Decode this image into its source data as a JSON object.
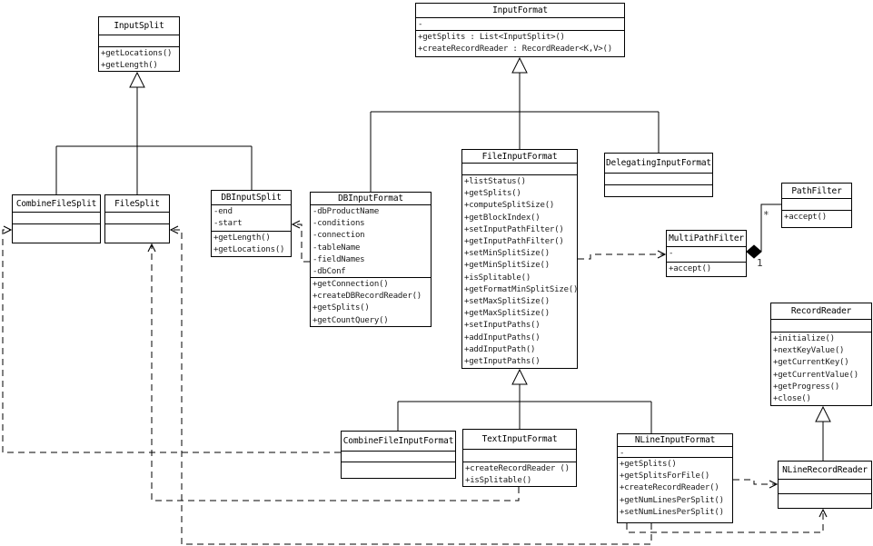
{
  "diagram": {
    "kind": "UML class diagram",
    "subject": "Hadoop InputFormat / InputSplit / RecordReader class hierarchy"
  },
  "classes": [
    {
      "id": "InputSplit",
      "name": "InputSplit",
      "attributes": [],
      "methods": [
        "+getLocations()",
        "+getLength()"
      ]
    },
    {
      "id": "InputFormat",
      "name": "InputFormat",
      "attributes": [
        "-"
      ],
      "methods": [
        "+getSplits : List<InputSplit>()",
        "+createRecordReader : RecordReader<K,V>()"
      ]
    },
    {
      "id": "CombineFileSplit",
      "name": "CombineFileSplit",
      "attributes": [],
      "methods": []
    },
    {
      "id": "FileSplit",
      "name": "FileSplit",
      "attributes": [],
      "methods": []
    },
    {
      "id": "DBInputSplit",
      "name": "DBInputSplit",
      "attributes": [
        "-end",
        "-start"
      ],
      "methods": [
        "+getLength()",
        "+getLocations()"
      ]
    },
    {
      "id": "DBInputFormat",
      "name": "DBInputFormat",
      "attributes": [
        "-dbProductName",
        "-conditions",
        "-connection",
        "-tableName",
        "-fieldNames",
        "-dbConf"
      ],
      "methods": [
        "+getConnection()",
        "+createDBRecordReader()",
        "+getSplits()",
        "+getCountQuery()"
      ]
    },
    {
      "id": "FileInputFormat",
      "name": "FileInputFormat",
      "attributes": [],
      "methods": [
        "+listStatus()",
        "+getSplits()",
        "+computeSplitSize()",
        "+getBlockIndex()",
        "+setInputPathFilter()",
        "+getInputPathFilter()",
        "+setMinSplitSize()",
        "+getMinSplitSize()",
        "+isSplitable()",
        "+getFormatMinSplitSize()",
        "+setMaxSplitSize()",
        "+getMaxSplitSize()",
        "+setInputPaths()",
        "+addInputPaths()",
        "+addInputPath()",
        "+getInputPaths()"
      ]
    },
    {
      "id": "DelegatingInputFormat",
      "name": "DelegatingInputFormat",
      "attributes": [],
      "methods": []
    },
    {
      "id": "PathFilter",
      "name": "PathFilter",
      "attributes": [],
      "methods": [
        "+accept()"
      ]
    },
    {
      "id": "MultiPathFilter",
      "name": "MultiPathFilter",
      "attributes": [
        "-"
      ],
      "methods": [
        "+accept()"
      ]
    },
    {
      "id": "RecordReader",
      "name": "RecordReader",
      "attributes": [],
      "methods": [
        "+initialize()",
        "+nextKeyValue()",
        "+getCurrentKey()",
        "+getCurrentValue()",
        "+getProgress()",
        "+close()"
      ]
    },
    {
      "id": "CombineFileInputFormat",
      "name": "CombineFileInputFormat",
      "attributes": [],
      "methods": []
    },
    {
      "id": "TextInputFormat",
      "name": "TextInputFormat",
      "attributes": [],
      "methods": [
        "+createRecordReader ()",
        "+isSplitable()"
      ]
    },
    {
      "id": "NLineInputFormat",
      "name": "NLineInputFormat",
      "attributes": [
        "-"
      ],
      "methods": [
        "+getSplits()",
        "+getSplitsForFile()",
        "+createRecordReader()",
        "+getNumLinesPerSplit()",
        "+setNumLinesPerSplit()"
      ]
    },
    {
      "id": "NLineRecordReader",
      "name": "NLineRecordReader",
      "attributes": [],
      "methods": []
    }
  ],
  "relationships": {
    "composition_multiplicity_part": "*",
    "composition_multiplicity_whole": "1",
    "edges": [
      {
        "type": "generalization",
        "from": "CombineFileSplit",
        "to": "InputSplit"
      },
      {
        "type": "generalization",
        "from": "FileSplit",
        "to": "InputSplit"
      },
      {
        "type": "generalization",
        "from": "DBInputSplit",
        "to": "InputSplit"
      },
      {
        "type": "generalization",
        "from": "DBInputFormat",
        "to": "InputFormat"
      },
      {
        "type": "generalization",
        "from": "FileInputFormat",
        "to": "InputFormat"
      },
      {
        "type": "generalization",
        "from": "DelegatingInputFormat",
        "to": "InputFormat"
      },
      {
        "type": "generalization",
        "from": "CombineFileInputFormat",
        "to": "FileInputFormat"
      },
      {
        "type": "generalization",
        "from": "TextInputFormat",
        "to": "FileInputFormat"
      },
      {
        "type": "generalization",
        "from": "NLineInputFormat",
        "to": "FileInputFormat"
      },
      {
        "type": "generalization",
        "from": "NLineRecordReader",
        "to": "RecordReader"
      },
      {
        "type": "composition",
        "whole": "MultiPathFilter",
        "part": "PathFilter"
      },
      {
        "type": "dependency",
        "from": "DBInputFormat",
        "to": "DBInputSplit"
      },
      {
        "type": "dependency",
        "from": "FileInputFormat",
        "to": "MultiPathFilter"
      },
      {
        "type": "dependency",
        "from": "CombineFileInputFormat",
        "to": "CombineFileSplit"
      },
      {
        "type": "dependency",
        "from": "TextInputFormat",
        "to": "FileSplit"
      },
      {
        "type": "dependency",
        "from": "NLineInputFormat",
        "to": "FileSplit"
      },
      {
        "type": "dependency",
        "from": "NLineInputFormat",
        "to": "NLineRecordReader",
        "route": "side"
      },
      {
        "type": "dependency",
        "from": "NLineInputFormat",
        "to": "NLineRecordReader",
        "route": "bottom"
      }
    ]
  },
  "colors": {
    "line": "#000000",
    "background": "#ffffff",
    "box_fill": "#ffffff",
    "text": "#1a1a1a"
  }
}
